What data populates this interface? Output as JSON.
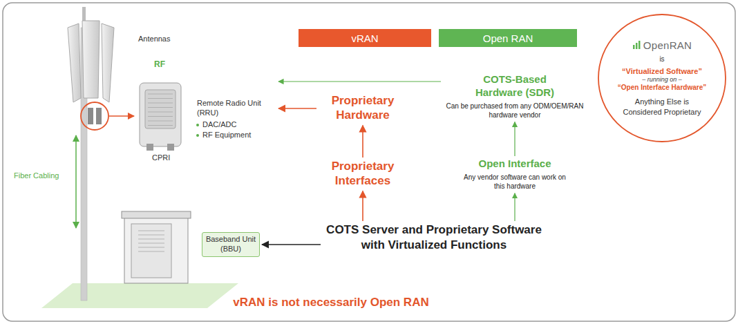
{
  "diagram": {
    "caption": "vRAN is not necessarily Open RAN",
    "nodes": [
      {
        "text": [
          "vRAN"
        ]
      },
      {
        "text": [
          "Open RAN"
        ]
      },
      {
        "text": [
          "OpenRAN",
          "is",
          "“Virtualized Software”",
          "– running on –",
          "“Open Interface Hardware”",
          "Anything Else is Considered Proprietary"
        ]
      },
      {
        "text": [
          "RF",
          "Remote Radio Unit (RRU)",
          "DAC/ADC",
          "RF Equipment",
          "CPRI"
        ]
      },
      {
        "text": [
          "Proprietary Hardware"
        ]
      },
      {
        "text": [
          "COTS-Based Hardware (SDR)",
          "Can be purchased from any ODM/OEM/RAN hardware vendor"
        ]
      },
      {
        "text": [
          "Proprietary Interfaces"
        ]
      },
      {
        "text": [
          "Open Interface",
          "Any vendor software can work on this hardware"
        ]
      },
      {
        "text": [
          "Baseband Unit (BBU)"
        ]
      },
      {
        "text": [
          "COTS Server and Proprietary Software with Virtualized Functions"
        ]
      }
    ],
    "edges": [
      {
        "from": 9,
        "to": 8,
        "arrow": "to"
      },
      {
        "from": 9,
        "to": 6,
        "arrow": "to"
      },
      {
        "from": 6,
        "to": 4,
        "arrow": "to"
      },
      {
        "from": 4,
        "to": 3,
        "arrow": "to"
      },
      {
        "from": 9,
        "to": 7,
        "arrow": "to"
      },
      {
        "from": 7,
        "to": 5,
        "arrow": "to"
      },
      {
        "from": 5,
        "to": 3,
        "arrow": "to"
      }
    ],
    "labels": [
      "Antennas",
      "Fiber Cabling"
    ]
  }
}
